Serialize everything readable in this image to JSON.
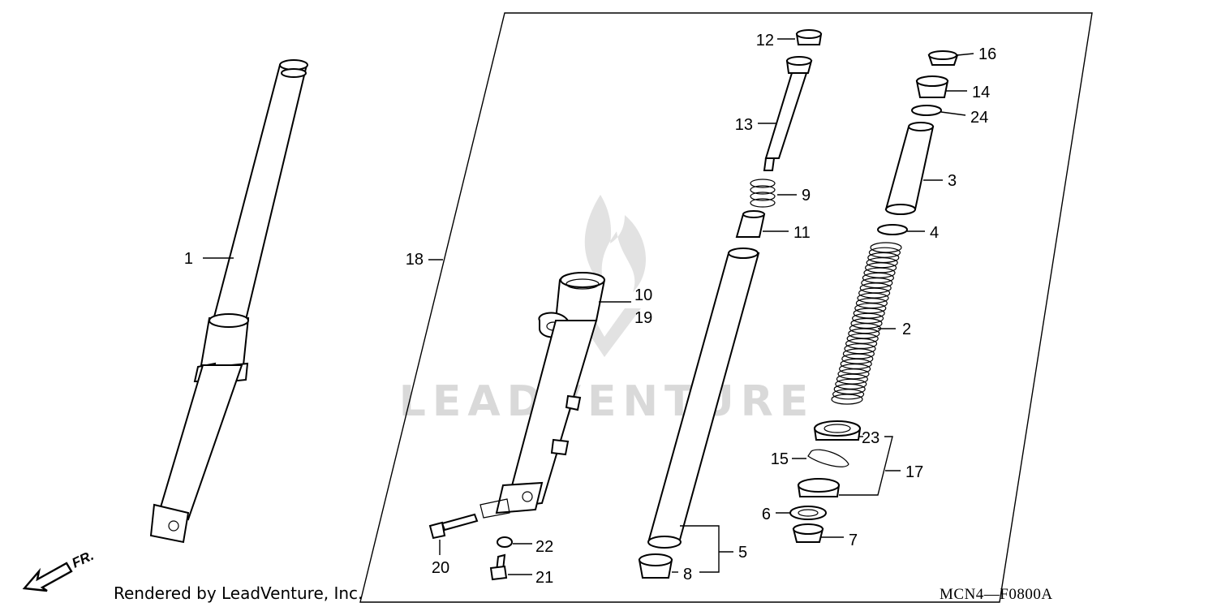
{
  "watermark": {
    "text": "LEADVENTURE"
  },
  "footer": {
    "credit": "Rendered by LeadVenture, Inc.",
    "code": "MCN4—F0800A"
  },
  "direction": {
    "label": "FR."
  },
  "callouts": {
    "p1": "1",
    "p2": "2",
    "p3": "3",
    "p4": "4",
    "p5": "5",
    "p6": "6",
    "p7": "7",
    "p8": "8",
    "p9": "9",
    "p10": "10",
    "p11": "11",
    "p12": "12",
    "p13": "13",
    "p14": "14",
    "p15": "15",
    "p16": "16",
    "p17": "17",
    "p18": "18",
    "p19": "19",
    "p20": "20",
    "p21": "21",
    "p22": "22",
    "p23": "23",
    "p24": "24"
  }
}
